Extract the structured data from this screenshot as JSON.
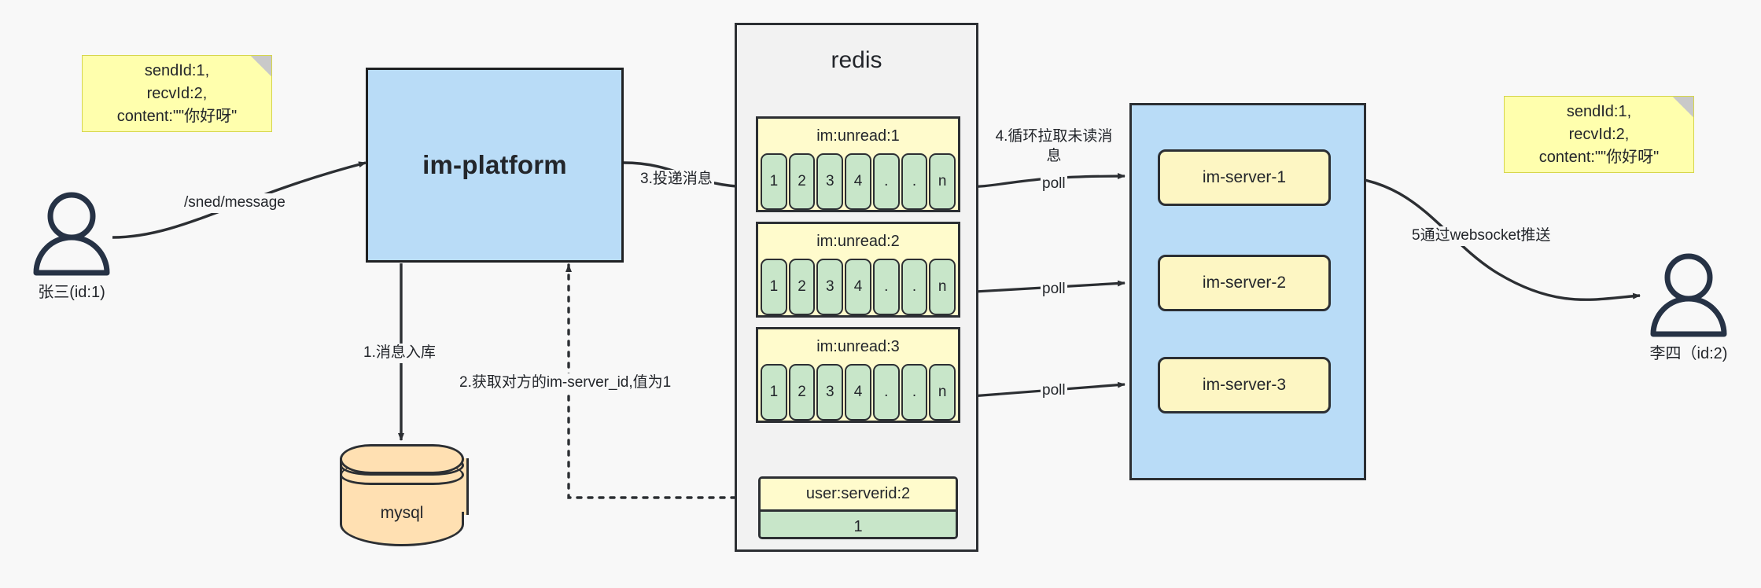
{
  "diagram": {
    "title": "IM message delivery architecture",
    "colors": {
      "background": "#f8f8f8",
      "note_fill": "#ffffad",
      "platform_fill": "#b9dcf7",
      "cluster_fill": "#b9dcf7",
      "redis_fill": "#f2f2f2",
      "list_key_fill": "#fffbcc",
      "list_cell_fill": "#c8e6c9",
      "server_fill": "#fdf6c3",
      "mysql_fill": "#ffe0b2",
      "stroke": "#2c2f33",
      "person": "#263245"
    }
  },
  "notes": {
    "left": "sendId:1,\nrecvId:2,\ncontent:\"\"你好呀\"",
    "right": "sendId:1,\nrecvId:2,\ncontent:\"\"你好呀\""
  },
  "actors": {
    "sender": {
      "label": "张三(id:1)",
      "icon": "person-icon"
    },
    "receiver": {
      "label": "李四（id:2)",
      "icon": "person-icon"
    }
  },
  "platform": {
    "label": "im-platform"
  },
  "database": {
    "label": "mysql",
    "icon": "database-cylinder-icon"
  },
  "redis": {
    "title": "redis",
    "lists": [
      {
        "key": "im:unread:1",
        "cells": [
          "1",
          "2",
          "3",
          "4",
          ".",
          ".",
          "n"
        ]
      },
      {
        "key": "im:unread:2",
        "cells": [
          "1",
          "2",
          "3",
          "4",
          ".",
          ".",
          "n"
        ]
      },
      {
        "key": "im:unread:3",
        "cells": [
          "1",
          "2",
          "3",
          "4",
          ".",
          ".",
          "n"
        ]
      }
    ],
    "kv": {
      "key": "user:serverid:2",
      "value": "1"
    }
  },
  "cluster": {
    "servers": [
      {
        "label": "im-server-1"
      },
      {
        "label": "im-server-2"
      },
      {
        "label": "im-server-3"
      }
    ]
  },
  "edges": {
    "send_message": "/sned/message",
    "step1": "1.消息入库",
    "step2": "2.获取对方的im-server_id,值为1",
    "step3": "3.投递消息",
    "step4": "4.循环拉取未读消\n息",
    "step5": "5通过websocket推送",
    "poll1": "poll",
    "poll2": "poll",
    "poll3": "poll"
  }
}
